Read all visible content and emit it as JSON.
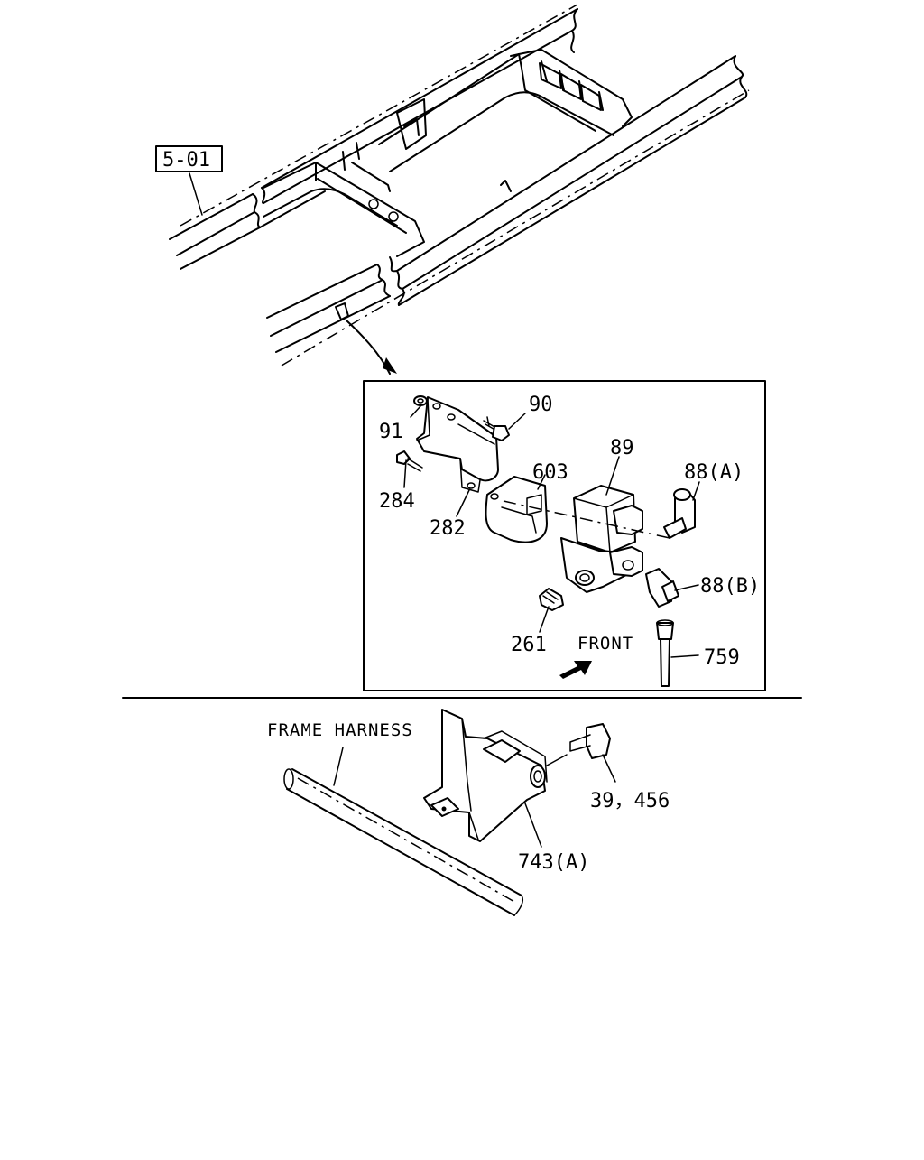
{
  "reference_box": "5-01",
  "callouts": {
    "c91": "91",
    "c90": "90",
    "c89": "89",
    "c88a": "88(A)",
    "c284": "284",
    "c603": "603",
    "c282": "282",
    "c88b": "88(B)",
    "c261": "261",
    "c759": "759",
    "c39_456": "39，456",
    "c743a": "743(A)"
  },
  "notes": {
    "front": "FRONT",
    "frame_harness": "FRAME HARNESS"
  },
  "icons": {
    "front_arrow": "arrow-up-right-icon"
  }
}
